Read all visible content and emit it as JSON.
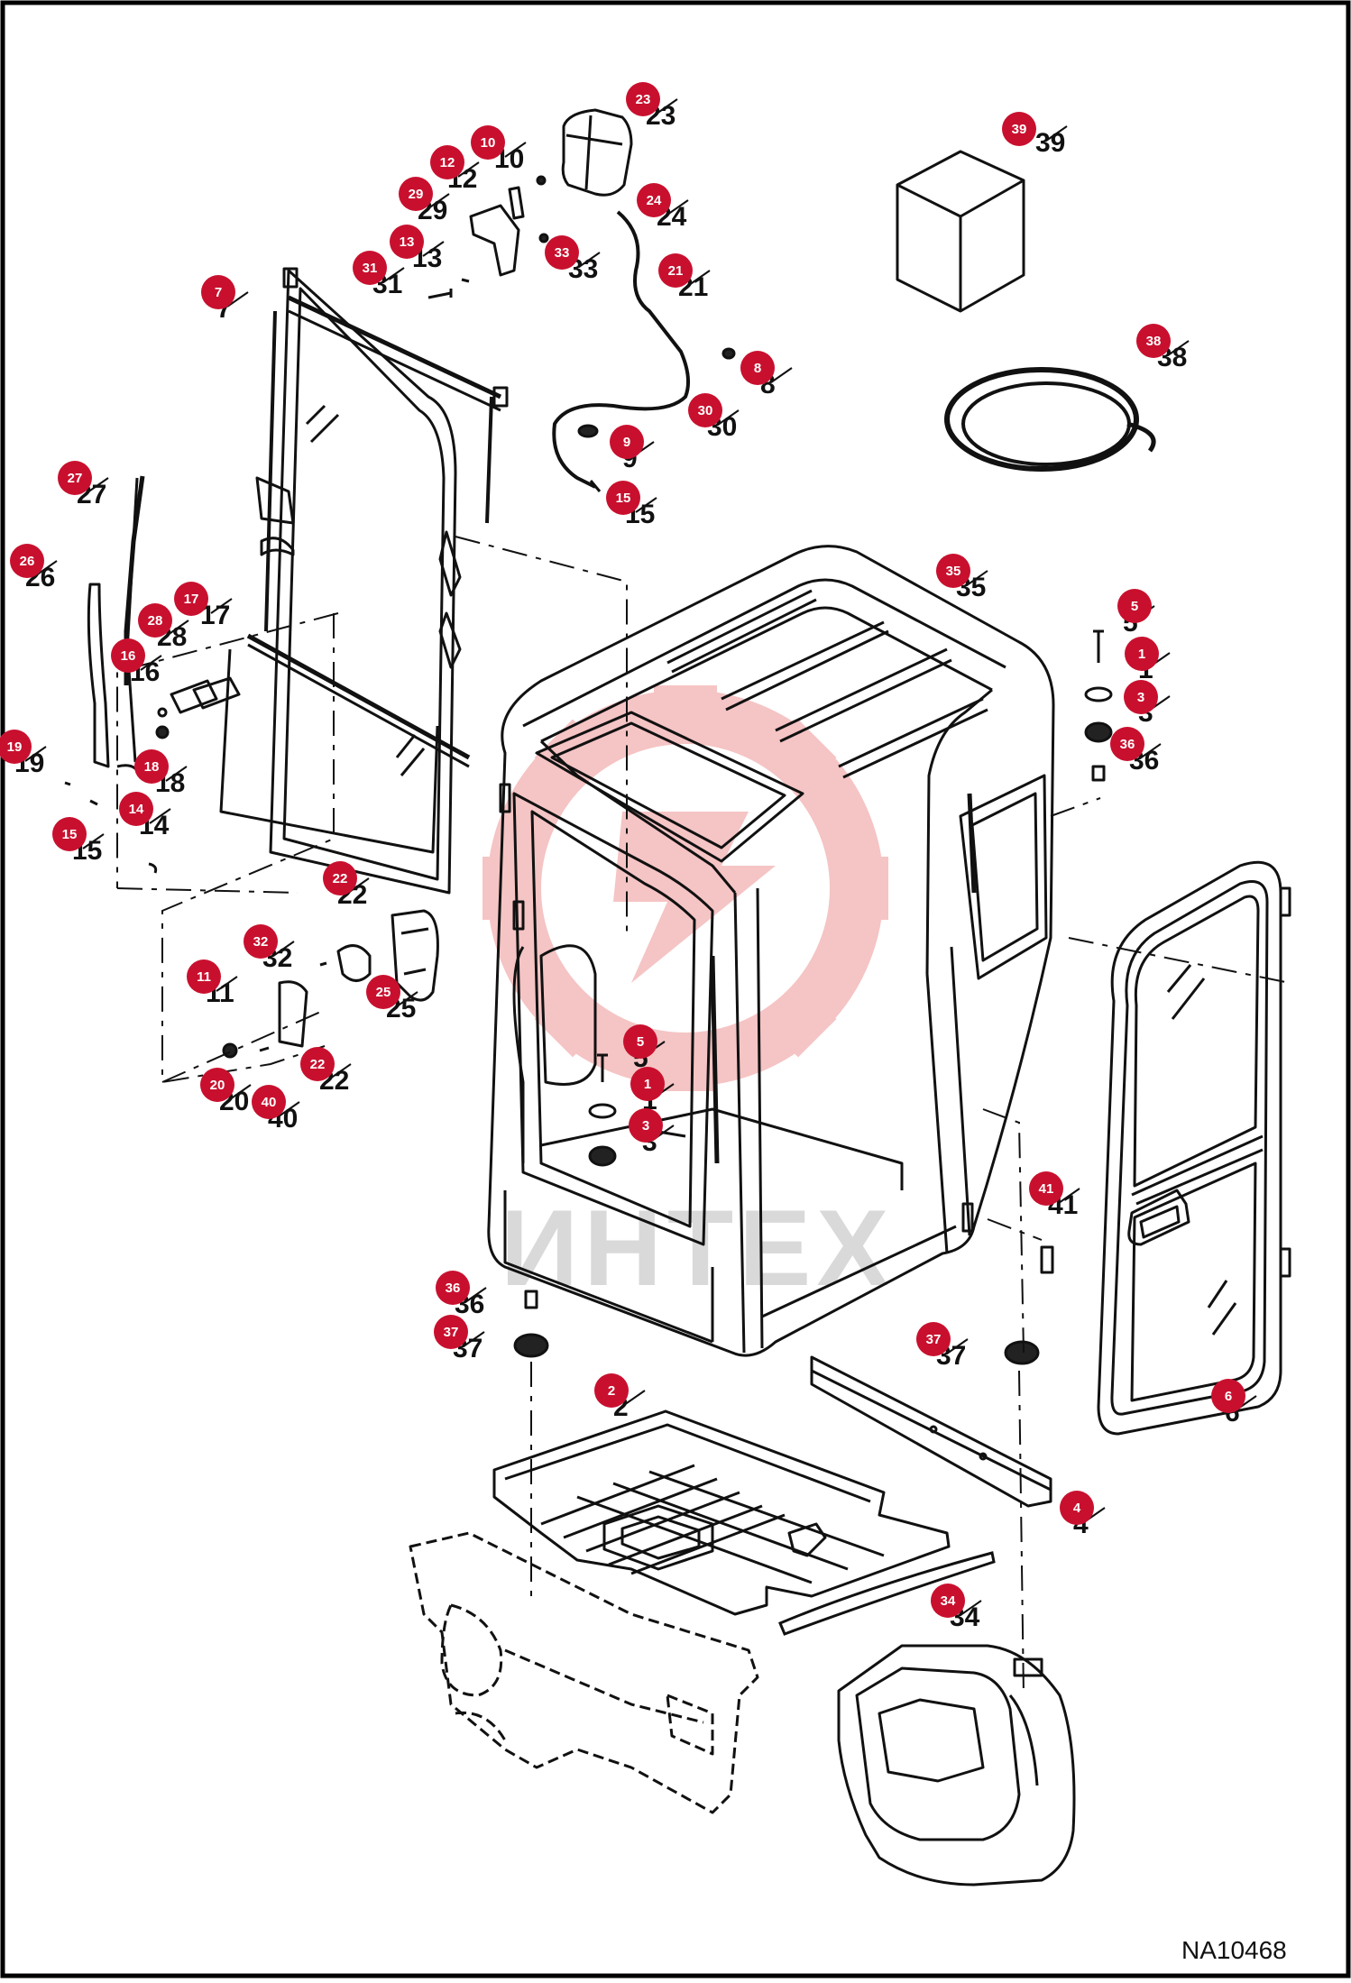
{
  "drawing_code": "NA10468",
  "watermark": {
    "text": "ИНТЕХ",
    "color": "#e34a4a"
  },
  "colors": {
    "callout": "#c8102e",
    "stroke": "#111111",
    "frame": "#000000"
  },
  "callouts": [
    {
      "id": "c39",
      "num": "39",
      "label": "39"
    },
    {
      "id": "c23",
      "num": "23",
      "label": "23"
    },
    {
      "id": "c10",
      "num": "10",
      "label": "10"
    },
    {
      "id": "c12",
      "num": "12",
      "label": "12"
    },
    {
      "id": "c29",
      "num": "29",
      "label": "29"
    },
    {
      "id": "c24",
      "num": "24",
      "label": "24"
    },
    {
      "id": "c13",
      "num": "13",
      "label": "13"
    },
    {
      "id": "c33",
      "num": "33",
      "label": "33"
    },
    {
      "id": "c31",
      "num": "31",
      "label": "31"
    },
    {
      "id": "c21",
      "num": "21",
      "label": "21"
    },
    {
      "id": "c7",
      "num": "7",
      "label": "7"
    },
    {
      "id": "c38",
      "num": "38",
      "label": "38"
    },
    {
      "id": "c8",
      "num": "8",
      "label": "8"
    },
    {
      "id": "c30",
      "num": "30",
      "label": "30"
    },
    {
      "id": "c9",
      "num": "9",
      "label": "9"
    },
    {
      "id": "c27",
      "num": "27",
      "label": "27"
    },
    {
      "id": "c15a",
      "num": "15",
      "label": "15"
    },
    {
      "id": "c26",
      "num": "26",
      "label": "26"
    },
    {
      "id": "c35",
      "num": "35",
      "label": "35"
    },
    {
      "id": "c5a",
      "num": "5",
      "label": "5"
    },
    {
      "id": "c17",
      "num": "17",
      "label": "17"
    },
    {
      "id": "c28",
      "num": "28",
      "label": "28"
    },
    {
      "id": "c1a",
      "num": "1",
      "label": "1"
    },
    {
      "id": "c16",
      "num": "16",
      "label": "16"
    },
    {
      "id": "c3a",
      "num": "3",
      "label": "3"
    },
    {
      "id": "c36a",
      "num": "36",
      "label": "36"
    },
    {
      "id": "c19",
      "num": "19",
      "label": "19"
    },
    {
      "id": "c18",
      "num": "18",
      "label": "18"
    },
    {
      "id": "c14",
      "num": "14",
      "label": "14"
    },
    {
      "id": "c15b",
      "num": "15",
      "label": "15"
    },
    {
      "id": "c22a",
      "num": "22",
      "label": "22"
    },
    {
      "id": "c32",
      "num": "32",
      "label": "32"
    },
    {
      "id": "c11",
      "num": "11",
      "label": "11"
    },
    {
      "id": "c25",
      "num": "25",
      "label": "25"
    },
    {
      "id": "c5b",
      "num": "5",
      "label": "5"
    },
    {
      "id": "c22b",
      "num": "22",
      "label": "22"
    },
    {
      "id": "c1b",
      "num": "1",
      "label": "1"
    },
    {
      "id": "c20",
      "num": "20",
      "label": "20"
    },
    {
      "id": "c40",
      "num": "40",
      "label": "40"
    },
    {
      "id": "c3b",
      "num": "3",
      "label": "3"
    },
    {
      "id": "c41",
      "num": "41",
      "label": "41"
    },
    {
      "id": "c36b",
      "num": "36",
      "label": "36"
    },
    {
      "id": "c37a",
      "num": "37",
      "label": "37"
    },
    {
      "id": "c37b",
      "num": "37",
      "label": "37"
    },
    {
      "id": "c2",
      "num": "2",
      "label": "2"
    },
    {
      "id": "c6",
      "num": "6",
      "label": "6"
    },
    {
      "id": "c4",
      "num": "4",
      "label": "4"
    },
    {
      "id": "c34",
      "num": "34",
      "label": "34"
    }
  ]
}
